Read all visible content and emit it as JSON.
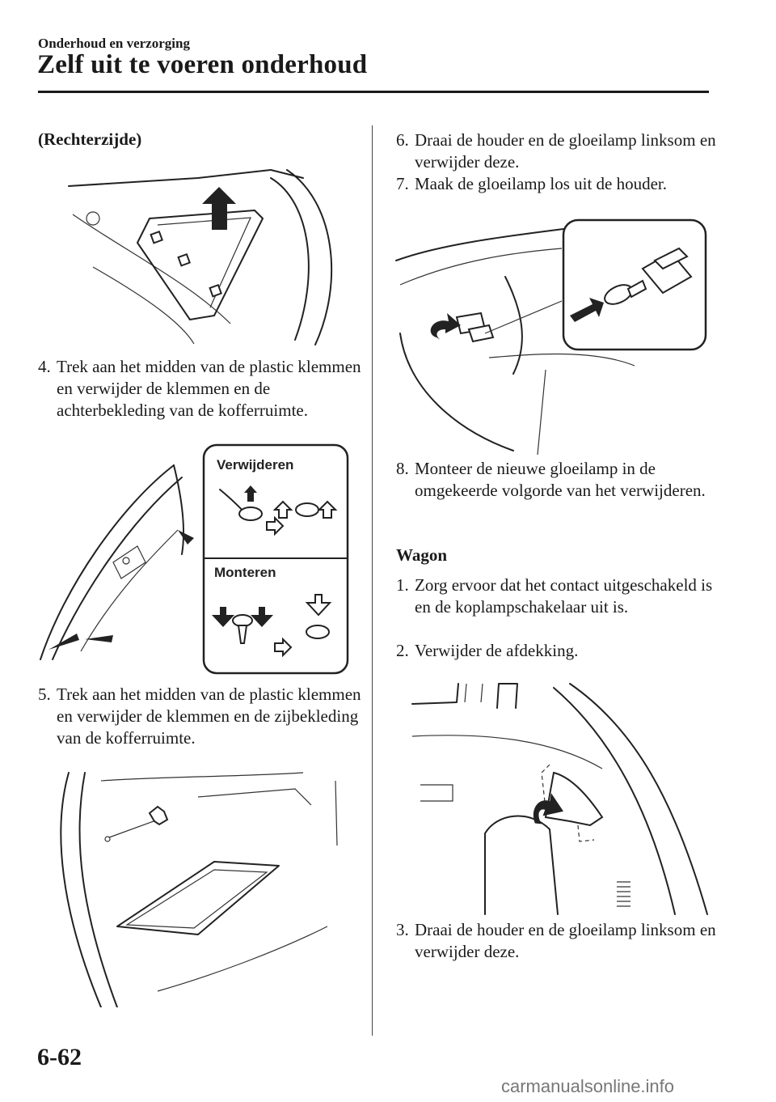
{
  "header": {
    "section": "Onderhoud en verzorging",
    "title": "Zelf uit te voeren onderhoud"
  },
  "left_column": {
    "subheading": "(Rechterzijde)",
    "steps": [
      {
        "num": "4.",
        "text": "Trek aan het midden van de plastic klemmen en verwijder de klemmen en de achterbekleding van de kofferruimte."
      },
      {
        "num": "5.",
        "text": "Trek aan het midden van de plastic klemmen en verwijder de klemmen en de zijbekleding van de kofferruimte."
      }
    ],
    "clip_diagram": {
      "remove_label": "Verwijderen",
      "install_label": "Monteren"
    }
  },
  "right_column": {
    "steps_top": [
      {
        "num": "6.",
        "text": "Draai de houder en de gloeilamp linksom en verwijder deze."
      },
      {
        "num": "7.",
        "text": "Maak de gloeilamp los uit de houder."
      },
      {
        "num": "8.",
        "text": "Monteer de nieuwe gloeilamp in de omgekeerde volgorde van het verwijderen."
      }
    ],
    "subheading": "Wagon",
    "steps_wagon": [
      {
        "num": "1.",
        "text": "Zorg ervoor dat het contact uitgeschakeld is en de koplampschakelaar uit is."
      },
      {
        "num": "2.",
        "text": "Verwijder de afdekking."
      },
      {
        "num": "3.",
        "text": "Draai de houder en de gloeilamp linksom en verwijder deze."
      }
    ]
  },
  "footer": {
    "page_number": "6-62",
    "watermark": "carmanualsonline.info"
  }
}
